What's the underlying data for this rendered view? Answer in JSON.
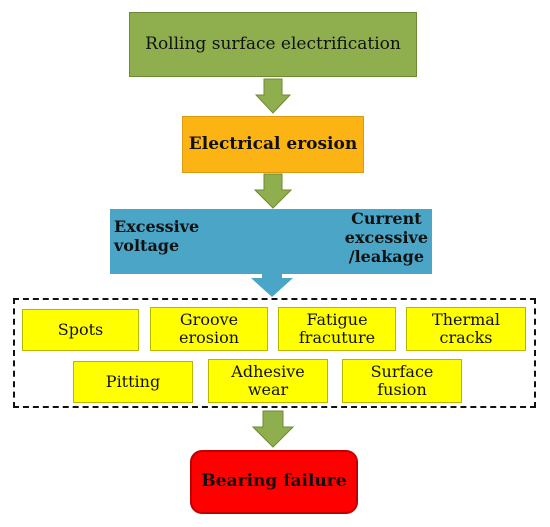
{
  "top": "Rolling surface electrification",
  "erosion": "Electrical erosion",
  "cause_left": [
    "Excessive",
    "voltage"
  ],
  "cause_right": [
    "Current",
    "excessive",
    "/leakage"
  ],
  "damage_row1": [
    [
      "Spots"
    ],
    [
      "Groove",
      "erosion"
    ],
    [
      "Fatigue",
      "fracuture"
    ],
    [
      "Thermal",
      "cracks"
    ]
  ],
  "damage_row2": [
    [
      "Pitting"
    ],
    [
      "Adhesive",
      "wear"
    ],
    [
      "Surface",
      "fusion"
    ]
  ],
  "failure": "Bearing failure",
  "colors": {
    "top_fill": "#8faf4f",
    "erosion_fill": "#fcb314",
    "cause_fill": "#4aa5c6",
    "damage_fill": "#ffff00",
    "failure_fill": "#ff0000",
    "green_arrow": "#8faf4f",
    "blue_arrow": "#4aa5c6"
  }
}
